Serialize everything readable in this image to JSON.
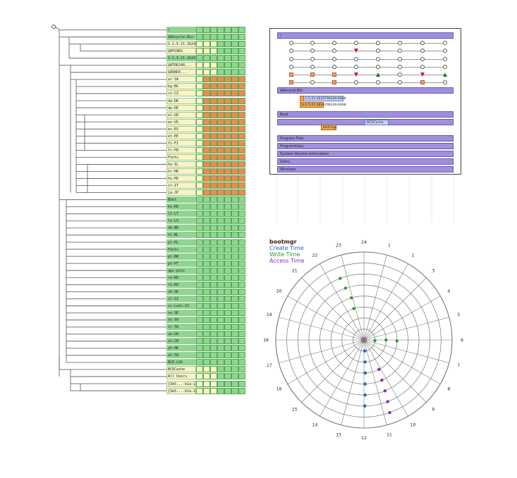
{
  "tree": {
    "root_label": "",
    "rows": [
      {
        "label": "\\",
        "kind": "green"
      },
      {
        "label": "$Recycle.Bin",
        "kind": "green"
      },
      {
        "label": "S-1-5-21-2629796 ... 1001",
        "kind": "cream"
      },
      {
        "label": "$RFG9KS",
        "kind": "cream"
      },
      {
        "label": "S-1-5-21-2629796 ... 1003",
        "kind": "green"
      },
      {
        "label": "$BTDRJ4R...",
        "kind": "cream"
      },
      {
        "label": "$R6BDX...",
        "kind": "cream"
      },
      {
        "label": "ar-SA",
        "kind": "orange"
      },
      {
        "label": "bg-BG",
        "kind": "orange"
      },
      {
        "label": "cs-CZ",
        "kind": "orange"
      },
      {
        "label": "da-DK",
        "kind": "orange"
      },
      {
        "label": "de-DE",
        "kind": "orange"
      },
      {
        "label": "el-GR",
        "kind": "orange"
      },
      {
        "label": "en-US",
        "kind": "orange"
      },
      {
        "label": "es-ES",
        "kind": "orange"
      },
      {
        "label": "et-EE",
        "kind": "orange"
      },
      {
        "label": "fi-FI",
        "kind": "orange"
      },
      {
        "label": "fr-FR",
        "kind": "orange"
      },
      {
        "label": "Fonts",
        "kind": "orange"
      },
      {
        "label": "he-IL",
        "kind": "orange"
      },
      {
        "label": "hr-HR",
        "kind": "orange"
      },
      {
        "label": "hu-HU",
        "kind": "orange"
      },
      {
        "label": "it-IT",
        "kind": "orange"
      },
      {
        "label": "ja-JP",
        "kind": "orange"
      },
      {
        "label": "Boot",
        "kind": "green"
      },
      {
        "label": "ko-KR",
        "kind": "green"
      },
      {
        "label": "lt-LT",
        "kind": "green"
      },
      {
        "label": "lv-LV",
        "kind": "green"
      },
      {
        "label": "nb-NO",
        "kind": "green"
      },
      {
        "label": "nl-NL",
        "kind": "green"
      },
      {
        "label": "pl-PL",
        "kind": "green"
      },
      {
        "label": "Fonts",
        "kind": "green"
      },
      {
        "label": "pt-BR",
        "kind": "green"
      },
      {
        "label": "pt-PT",
        "kind": "green"
      },
      {
        "label": "qps-ploc",
        "kind": "green"
      },
      {
        "label": "ro-RO",
        "kind": "green"
      },
      {
        "label": "ru-RU",
        "kind": "green"
      },
      {
        "label": "sk-SK",
        "kind": "green"
      },
      {
        "label": "sl-SI",
        "kind": "green"
      },
      {
        "label": "sr-Latn-CS",
        "kind": "green"
      },
      {
        "label": "sv-SE",
        "kind": "green"
      },
      {
        "label": "th-TH",
        "kind": "green"
      },
      {
        "label": "tr-TR",
        "kind": "green"
      },
      {
        "label": "uk-UA",
        "kind": "green"
      },
      {
        "label": "zh-CN",
        "kind": "green"
      },
      {
        "label": "zh-HK",
        "kind": "green"
      },
      {
        "label": "zh-TW",
        "kind": "green"
      },
      {
        "label": "BCD.LOG",
        "kind": "green"
      },
      {
        "label": "BCDCache",
        "kind": "cream"
      },
      {
        "label": "All Users",
        "kind": "cream"
      },
      {
        "label": "{3e5...-b1a-11e8-...}",
        "kind": "cream"
      },
      {
        "label": "{3e5...-b1a-11e8-...}",
        "kind": "cream"
      }
    ]
  },
  "timeline": {
    "rows": [
      {
        "label": "\\",
        "type": "bar"
      },
      {
        "label": "",
        "type": "marks",
        "marks": [
          "circle",
          "circle",
          "circle",
          "circle",
          "circle",
          "circle",
          "circle",
          "circle"
        ]
      },
      {
        "label": "",
        "type": "marks",
        "marks": [
          "circle",
          "circle",
          "circle",
          "tri-red",
          "circle",
          "circle",
          "circle",
          "circle"
        ]
      },
      {
        "label": "",
        "type": "marks",
        "marks": [
          "circle",
          "circle",
          "circle",
          "circle",
          "circle",
          "circle",
          "circle",
          "circle"
        ]
      },
      {
        "label": "",
        "type": "marks",
        "marks": [
          "circle",
          "circle",
          "circle",
          "circle",
          "circle",
          "circle",
          "circle",
          "circle"
        ]
      },
      {
        "label": "",
        "type": "marks",
        "marks": [
          "sq",
          "sq",
          "sq",
          "tri-red",
          "tri-green",
          "circle",
          "tri-red",
          "tri-green"
        ]
      },
      {
        "label": "",
        "type": "marks",
        "marks": [
          "sq",
          "circle",
          "sq",
          "circle",
          "circle",
          "circle",
          "sq",
          "circle"
        ]
      },
      {
        "label": "$Recycle.Bin",
        "type": "bar"
      },
      {
        "label": "",
        "type": "chips",
        "chips": [
          "S-1-5-21-2629796249-6068",
          "S-1-5-21-2629796249-6068"
        ]
      },
      {
        "label": "",
        "type": "spacer"
      },
      {
        "label": "Boot",
        "type": "bar"
      },
      {
        "label": "BCDCache",
        "type": "chipbar"
      },
      {
        "label": "",
        "type": "chips2",
        "chips": [
          "Perfl ogs"
        ]
      },
      {
        "label": "Program Files",
        "type": "bar"
      },
      {
        "label": "ProgramData",
        "type": "bar"
      },
      {
        "label": "System Volume Information",
        "type": "bar"
      },
      {
        "label": "Users",
        "type": "bar"
      },
      {
        "label": "Windows",
        "type": "bar"
      }
    ]
  },
  "legend": {
    "title": "bootmgr",
    "items": [
      {
        "label": "Create Time",
        "color": "#2a63b8"
      },
      {
        "label": "Write Time",
        "color": "#2b9a2b"
      },
      {
        "label": "Access Time",
        "color": "#8a2bb5"
      }
    ],
    "title_color": "#3a1e1e"
  },
  "polar": {
    "hours": [
      "24",
      "1",
      "2",
      "3",
      "4",
      "5",
      "6",
      "7",
      "8",
      "9",
      "10",
      "11",
      "12",
      "13",
      "14",
      "15",
      "16",
      "17",
      "18",
      "19",
      "20",
      "21",
      "22",
      "23"
    ],
    "ring_count": 8,
    "points": [
      {
        "series": "Write Time",
        "hour": 22.6,
        "ring": 6
      },
      {
        "series": "Write Time",
        "hour": 22.7,
        "ring": 5
      },
      {
        "series": "Write Time",
        "hour": 22.9,
        "ring": 4
      },
      {
        "series": "Write Time",
        "hour": 22.8,
        "ring": 3
      },
      {
        "series": "Write Time",
        "hour": 6.0,
        "ring": 2
      },
      {
        "series": "Write Time",
        "hour": 6.1,
        "ring": 3
      },
      {
        "series": "Write Time",
        "hour": 6.2,
        "ring": 1
      },
      {
        "series": "Create Time",
        "hour": 11.7,
        "ring": 1
      },
      {
        "series": "Create Time",
        "hour": 11.8,
        "ring": 2
      },
      {
        "series": "Create Time",
        "hour": 11.85,
        "ring": 3
      },
      {
        "series": "Create Time",
        "hour": 11.9,
        "ring": 4
      },
      {
        "series": "Create Time",
        "hour": 11.92,
        "ring": 5
      },
      {
        "series": "Create Time",
        "hour": 11.95,
        "ring": 6
      },
      {
        "series": "Access Time",
        "hour": 10.2,
        "ring": 3
      },
      {
        "series": "Access Time",
        "hour": 10.4,
        "ring": 4
      },
      {
        "series": "Access Time",
        "hour": 10.5,
        "ring": 5
      },
      {
        "series": "Access Time",
        "hour": 10.6,
        "ring": 6
      },
      {
        "series": "Access Time",
        "hour": 10.7,
        "ring": 7
      }
    ]
  },
  "colors": {
    "green": "#8fd68f",
    "cream": "#fbf3c4",
    "orange": "#f08a50",
    "purple": "#9f8fdc",
    "grid": "#777777"
  }
}
